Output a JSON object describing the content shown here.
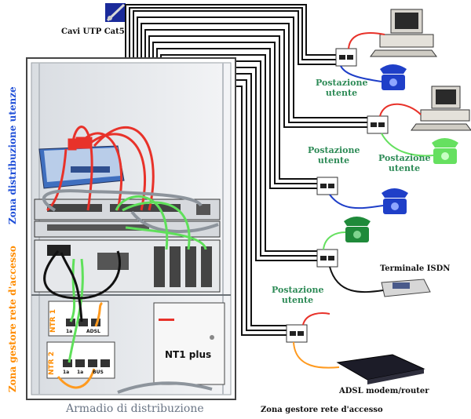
{
  "labels": {
    "cable_type": "Cavi UTP Cat5",
    "zone_user_distribution": "Zona distribuzione utenze",
    "zone_operator_network_vertical": "Zona gestore rete d'accesso",
    "zone_operator_network_bottom": "Zona gestore rete d'accesso",
    "cabinet": "Armadio di distribuzione",
    "nt1_plus": "NT1 plus",
    "ntr1": "NTR 1",
    "ntr2": "NTR 2",
    "port_1a": "1a",
    "port_adsl": "ADSL",
    "port_1a_b": "1a",
    "port_1a_c": "1a",
    "port_bus": "BUS",
    "isdn_terminal": "Terminale ISDN",
    "adsl_router": "ADSL modem/router"
  },
  "stations": [
    {
      "label": "Postazione utente"
    },
    {
      "label": "Postazione utente"
    },
    {
      "label": "Postazione utente"
    },
    {
      "label": "Postazione utente"
    }
  ],
  "colors": {
    "zone_user_text": "#1f4fd8",
    "zone_operator_text": "#ff8c00",
    "cable_red": "#e8322a",
    "cable_green": "#5fe05a",
    "cable_orange": "#ff9a1f",
    "cable_gray": "#8d949c",
    "cable_black": "#111111",
    "phone_blue": "#1f3fc8",
    "phone_green_light": "#66e060",
    "phone_green_dark": "#1f8a3a"
  }
}
